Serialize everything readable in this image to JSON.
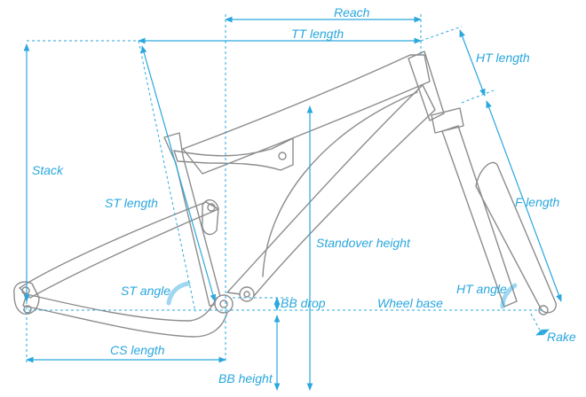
{
  "labels": {
    "reach": "Reach",
    "tt_length": "TT length",
    "ht_length": "HT length",
    "stack": "Stack",
    "st_length": "ST length",
    "f_length": "F length",
    "standover_height": "Standover height",
    "st_angle": "ST angle",
    "bb_drop": "BB drop",
    "wheel_base": "Wheel base",
    "ht_angle": "HT angle",
    "cs_length": "CS length",
    "rake": "Rake",
    "bb_height": "BB height"
  },
  "colors": {
    "dimension": "#2aa7de",
    "frame": "#8c8c8c"
  }
}
